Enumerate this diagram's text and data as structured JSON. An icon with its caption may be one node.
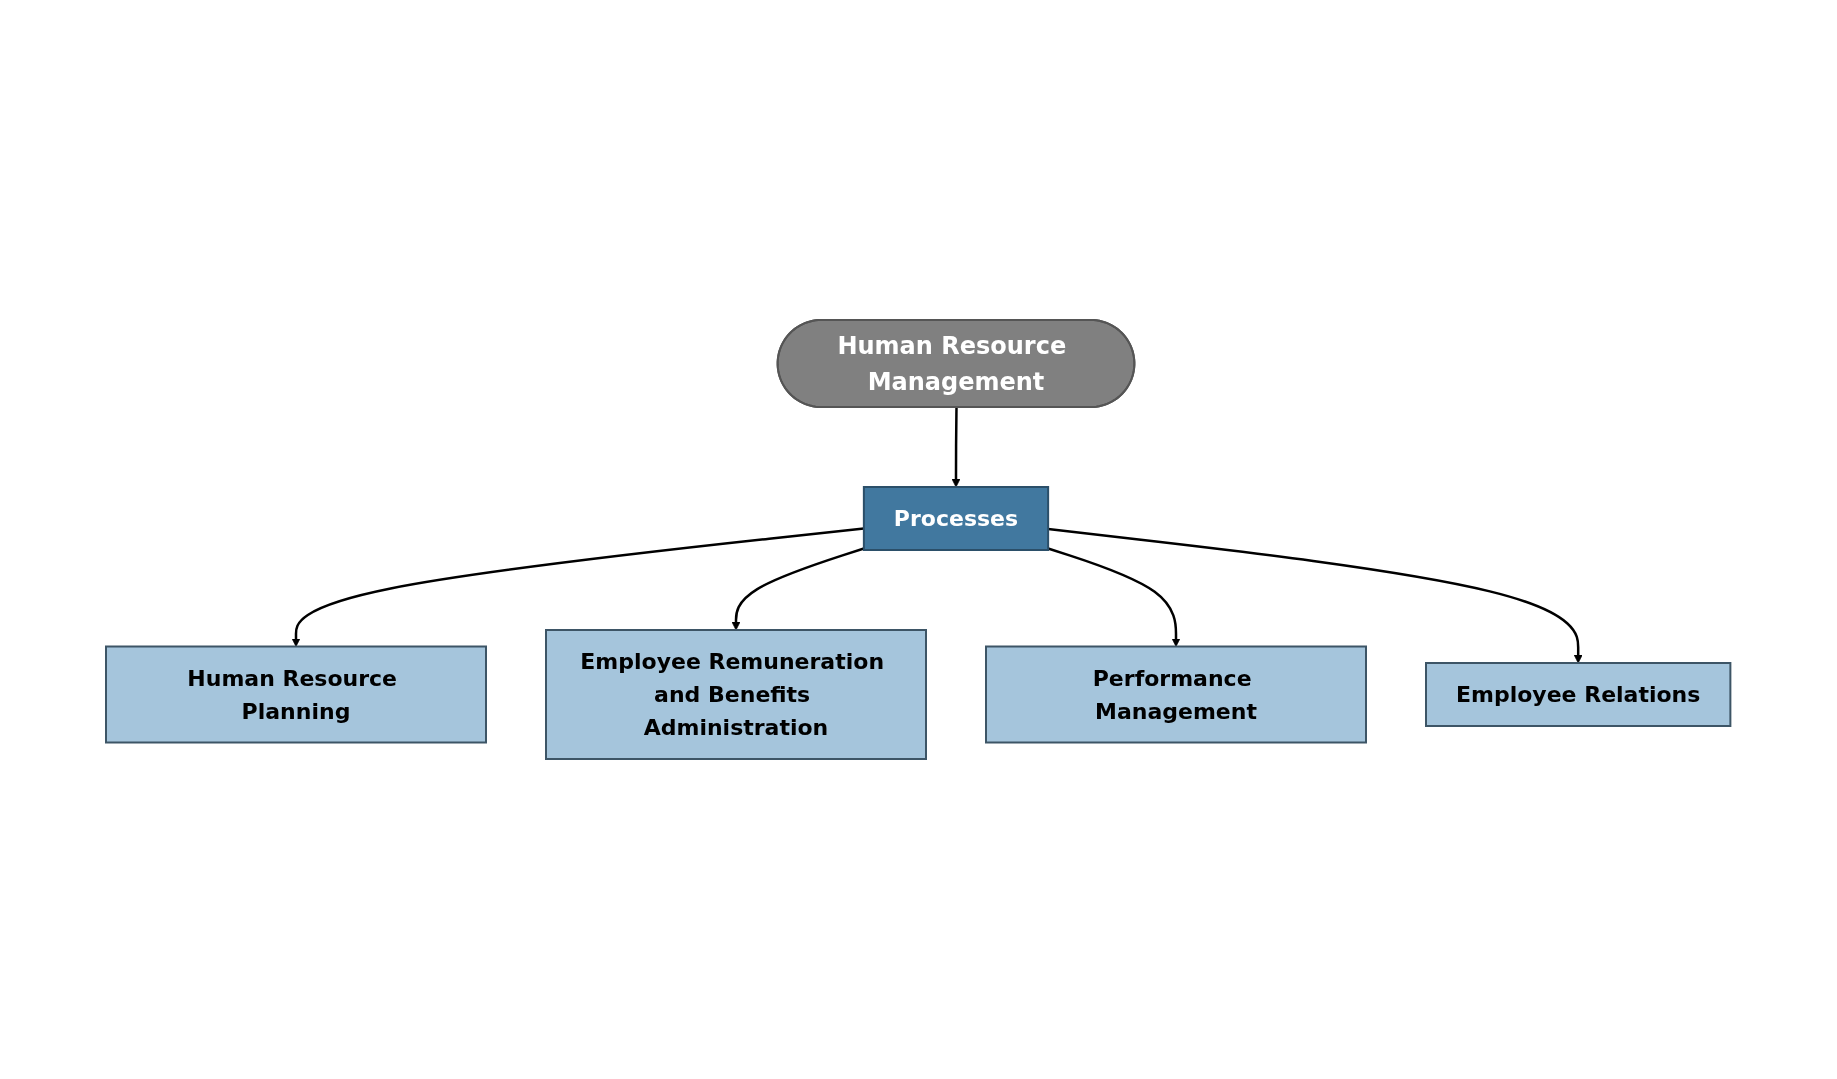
{
  "diagram": {
    "nodes": [
      {
        "text": [
          "Human Resource Planning"
        ]
      },
      {
        "text": [
          "Employee Remuneration and Benefits Administration"
        ]
      },
      {
        "text": [
          "Processes"
        ]
      },
      {
        "text": [
          "Performance Management"
        ]
      },
      {
        "text": [
          "Human Resource Management"
        ]
      },
      {
        "text": [
          "Employee Relations"
        ]
      }
    ],
    "edges": [
      {
        "from": 4,
        "to": 2,
        "arrow": "to"
      },
      {
        "from": 2,
        "to": 0,
        "arrow": "to"
      },
      {
        "from": 2,
        "to": 1,
        "arrow": "to"
      },
      {
        "from": 2,
        "to": 3,
        "arrow": "to"
      },
      {
        "from": 2,
        "to": 5,
        "arrow": "to"
      }
    ]
  }
}
